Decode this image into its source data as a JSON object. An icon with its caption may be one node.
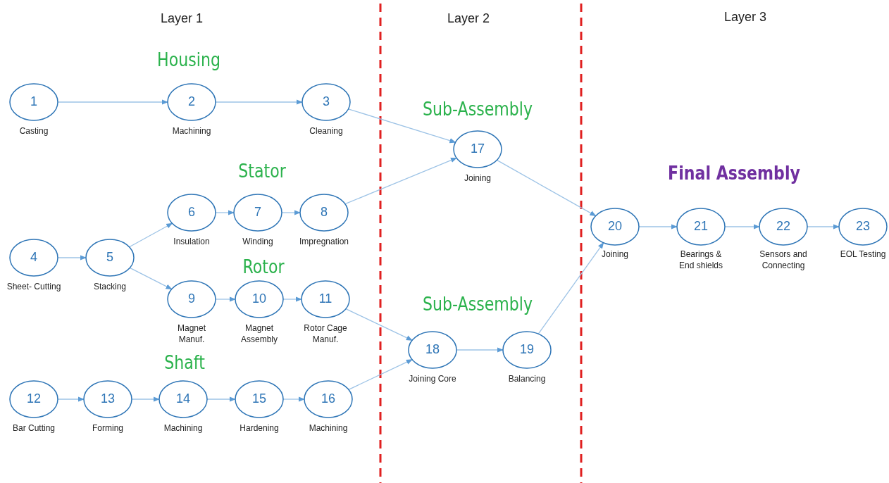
{
  "diagram": {
    "nodes": [
      {
        "text": [
          "1"
        ],
        "beside": [
          "Casting"
        ]
      },
      {
        "text": [
          "2"
        ],
        "beside": [
          "Machining"
        ]
      },
      {
        "text": [
          "3"
        ],
        "beside": [
          "Cleaning"
        ]
      },
      {
        "text": [
          "4"
        ],
        "beside": [
          "Sheet- Cutting"
        ]
      },
      {
        "text": [
          "5"
        ],
        "beside": [
          "Stacking"
        ]
      },
      {
        "text": [
          "6"
        ],
        "beside": [
          "Insulation"
        ]
      },
      {
        "text": [
          "7"
        ],
        "beside": [
          "Winding"
        ]
      },
      {
        "text": [
          "8"
        ],
        "beside": [
          "Impregnation"
        ]
      },
      {
        "text": [
          "9"
        ],
        "beside": [
          "Magnet Manuf."
        ]
      },
      {
        "text": [
          "10"
        ],
        "beside": [
          "Magnet Assembly"
        ]
      },
      {
        "text": [
          "11"
        ],
        "beside": [
          "Rotor Cage Manuf."
        ]
      },
      {
        "text": [
          "12"
        ],
        "beside": [
          "Bar Cutting"
        ]
      },
      {
        "text": [
          "13"
        ],
        "beside": [
          "Forming"
        ]
      },
      {
        "text": [
          "14"
        ],
        "beside": [
          "Machining"
        ]
      },
      {
        "text": [
          "15"
        ],
        "beside": [
          "Hardening"
        ]
      },
      {
        "text": [
          "16"
        ],
        "beside": [
          "Machining"
        ]
      },
      {
        "text": [
          "17"
        ],
        "beside": [
          "Joining"
        ]
      },
      {
        "text": [
          "18"
        ],
        "beside": [
          "Joining Core"
        ]
      },
      {
        "text": [
          "19"
        ],
        "beside": [
          "Balancing"
        ]
      },
      {
        "text": [
          "20"
        ],
        "beside": [
          "Joining"
        ]
      },
      {
        "text": [
          "21"
        ],
        "beside": [
          "Bearings & End shields"
        ]
      },
      {
        "text": [
          "22"
        ],
        "beside": [
          "Sensors and Connecting"
        ]
      },
      {
        "text": [
          "23"
        ],
        "beside": [
          "EOL Testing"
        ]
      }
    ],
    "edges": [
      {
        "from": 0,
        "to": 1,
        "arrow": "to"
      },
      {
        "from": 1,
        "to": 2,
        "arrow": "to"
      },
      {
        "from": 2,
        "to": 16,
        "arrow": "to"
      },
      {
        "from": 3,
        "to": 4,
        "arrow": "to"
      },
      {
        "from": 4,
        "to": 5,
        "arrow": "to"
      },
      {
        "from": 5,
        "to": 6,
        "arrow": "to"
      },
      {
        "from": 6,
        "to": 7,
        "arrow": "to"
      },
      {
        "from": 7,
        "to": 16,
        "arrow": "to"
      },
      {
        "from": 4,
        "to": 8,
        "arrow": "to"
      },
      {
        "from": 8,
        "to": 9,
        "arrow": "to"
      },
      {
        "from": 9,
        "to": 10,
        "arrow": "to"
      },
      {
        "from": 10,
        "to": 17,
        "arrow": "to"
      },
      {
        "from": 11,
        "to": 12,
        "arrow": "to"
      },
      {
        "from": 12,
        "to": 13,
        "arrow": "to"
      },
      {
        "from": 13,
        "to": 14,
        "arrow": "to"
      },
      {
        "from": 14,
        "to": 15,
        "arrow": "to"
      },
      {
        "from": 15,
        "to": 17,
        "arrow": "to"
      },
      {
        "from": 17,
        "to": 18,
        "arrow": "to"
      },
      {
        "from": 16,
        "to": 19,
        "arrow": "to"
      },
      {
        "from": 18,
        "to": 19,
        "arrow": "to"
      },
      {
        "from": 19,
        "to": 20,
        "arrow": "to"
      },
      {
        "from": 20,
        "to": 21,
        "arrow": "to"
      },
      {
        "from": 21,
        "to": 22,
        "arrow": "to"
      }
    ],
    "labels": [
      "Layer 1",
      "Layer 2",
      "Layer 3",
      "Housing",
      "Sub-Assembly",
      "Stator",
      "Final Assembly",
      "Rotor",
      "Sub-Assembly",
      "Shaft"
    ]
  }
}
